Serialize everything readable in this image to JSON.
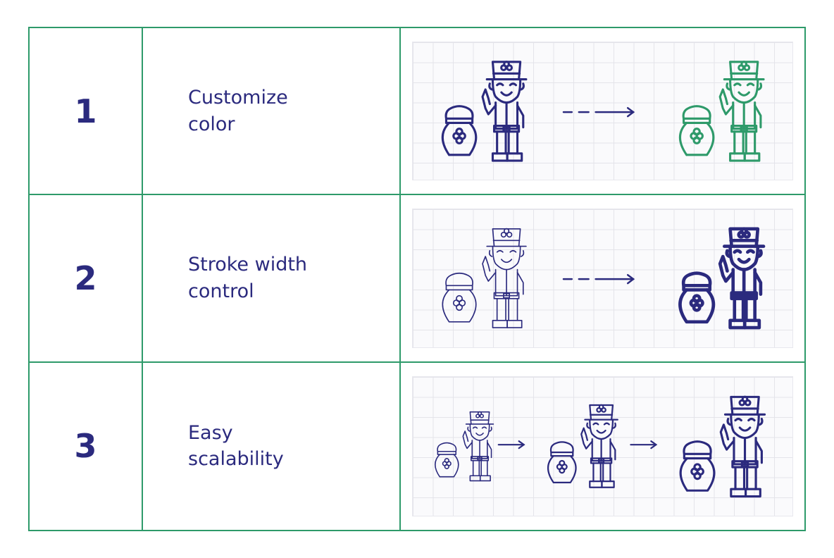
{
  "rows": [
    {
      "number": "1",
      "label_line1": "Customize",
      "label_line2": "color"
    },
    {
      "number": "2",
      "label_line1": "Stroke width",
      "label_line2": "control"
    },
    {
      "number": "3",
      "label_line1": "Easy",
      "label_line2": "scalability"
    }
  ],
  "icons": {
    "figure": "leprechaun-with-pot-of-gold-icon",
    "arrow": "arrow-right-icon"
  },
  "colors": {
    "border": "#2e9a6a",
    "navy": "#2b2a7e",
    "green": "#2e9a6a",
    "grid": "#e4e4ea"
  }
}
